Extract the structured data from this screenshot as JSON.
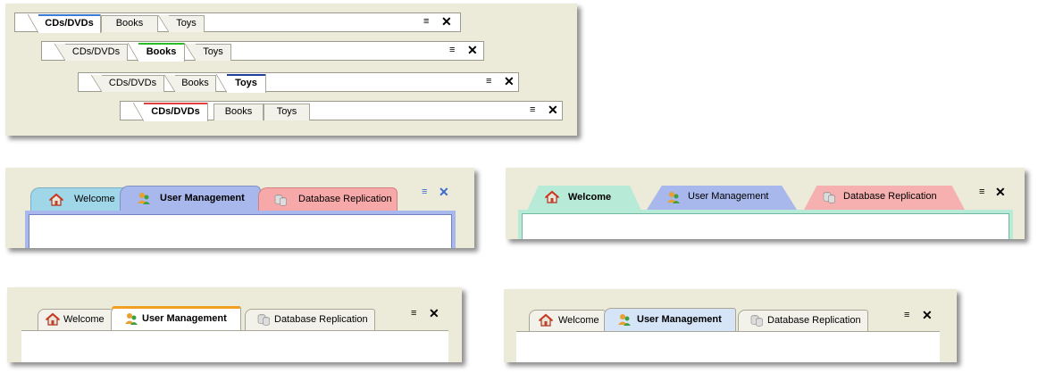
{
  "colors": {
    "panel_bg": "#ecead8",
    "cds_accent": "#3a7bd5",
    "books_accent": "#2bbb2b",
    "toys_accent": "#1f3f9c",
    "cds_red_accent": "#e04040",
    "welcome_blue_tab": "#9fd7e8",
    "usermgmt_blue_tab": "#a8b8ec",
    "dbrep_pink_tab": "#f7a8a8",
    "welcome_green_tab": "#b8ead8",
    "orange_accent": "#f0a020",
    "light_blue_sel": "#d6e4f8"
  },
  "icons": {
    "dropdown": "▾",
    "close": "✕",
    "menu_marker": "≡"
  },
  "small_tabs": {
    "row1": {
      "tabs": [
        "CDs/DVDs",
        "Books",
        "Toys"
      ],
      "selected": "CDs/DVDs"
    },
    "row2": {
      "tabs": [
        "CDs/DVDs",
        "Books",
        "Toys"
      ],
      "selected": "Books"
    },
    "row3": {
      "tabs": [
        "CDs/DVDs",
        "Books",
        "Toys"
      ],
      "selected": "Toys"
    },
    "row4": {
      "tabs": [
        "CDs/DVDs",
        "Books",
        "Toys"
      ],
      "selected": "CDs/DVDs"
    }
  },
  "large_tabs": {
    "panel_a": {
      "tabs": [
        "Welcome",
        "User Management",
        "Database Replication"
      ],
      "selected": "User Management"
    },
    "panel_b": {
      "tabs": [
        "Welcome",
        "User Management",
        "Database Replication"
      ],
      "selected": "Welcome"
    },
    "panel_c": {
      "tabs": [
        "Welcome",
        "User Management",
        "Database Replication"
      ],
      "selected": "User Management"
    },
    "panel_d": {
      "tabs": [
        "Welcome",
        "User Management",
        "Database Replication"
      ],
      "selected": "User Management"
    }
  }
}
